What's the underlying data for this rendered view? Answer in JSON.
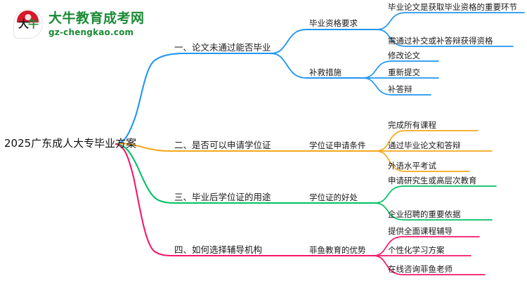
{
  "logo": {
    "mark_char_1": "大",
    "mark_char_2": "牛",
    "title": "大牛教育成考网",
    "subtitle": "gz-chengkao.com",
    "brand_green": "#1b8a35",
    "brand_red": "#d6182b"
  },
  "mindmap": {
    "root": "2025广东成人大专毕业方案",
    "colors": {
      "branch1": "#2196f3",
      "branch2": "#f5a81c",
      "branch3": "#00c264",
      "branch4": "#f5176b"
    },
    "branches": [
      {
        "label": "一、论文未通过能否毕业",
        "color": "#2196f3",
        "children": [
          {
            "label": "毕业资格要求",
            "children": [
              "毕业论文是获取毕业资格的重要环节",
              "需通过补交或补答辩获得资格"
            ]
          },
          {
            "label": "补救措施",
            "children": [
              "修改论文",
              "重新提交",
              "补答辩"
            ]
          }
        ]
      },
      {
        "label": "二、是否可以申请学位证",
        "color": "#f5a81c",
        "children": [
          {
            "label": "学位证申请条件",
            "children": [
              "完成所有课程",
              "通过毕业论文和答辩",
              "外语水平考试"
            ]
          }
        ]
      },
      {
        "label": "三、毕业后学位证的用途",
        "color": "#00c264",
        "children": [
          {
            "label": "学位证的好处",
            "children": [
              "申请研究生或高层次教育",
              "企业招聘的重要依据"
            ]
          }
        ]
      },
      {
        "label": "四、如何选择辅导机构",
        "color": "#f5176b",
        "children": [
          {
            "label": "菲鱼教育的优势",
            "children": [
              "提供全面课程辅导",
              "个性化学习方案",
              "在线咨询菲鱼老师"
            ]
          }
        ]
      }
    ]
  }
}
